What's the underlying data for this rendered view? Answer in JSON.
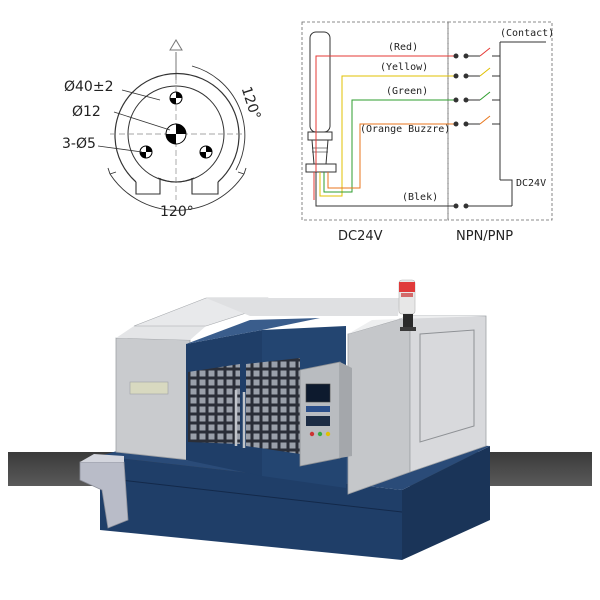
{
  "mount_drawing": {
    "outer_diameter": "Ø40±2",
    "center_hole": "Ø12",
    "screw_holes": "3-Ø5",
    "angle_bottom": "120°",
    "angle_right": "120°"
  },
  "wiring": {
    "contact_label": "(Contact)",
    "wires": [
      {
        "label": "(Red)",
        "color": "#e53935"
      },
      {
        "label": "(Yellow)",
        "color": "#e0c000"
      },
      {
        "label": "(Green)",
        "color": "#2e9e2e"
      },
      {
        "label": "(Orange Buzzre)",
        "color": "#e8761c"
      }
    ],
    "common_label": "(Blek)",
    "supply_label": "DC24V",
    "left_caption": "DC24V",
    "right_caption": "NPN/PNP"
  },
  "colors": {
    "machine_blue": "#1f3e68",
    "machine_gray": "#c9cbce",
    "floor_dark": "#444444"
  }
}
